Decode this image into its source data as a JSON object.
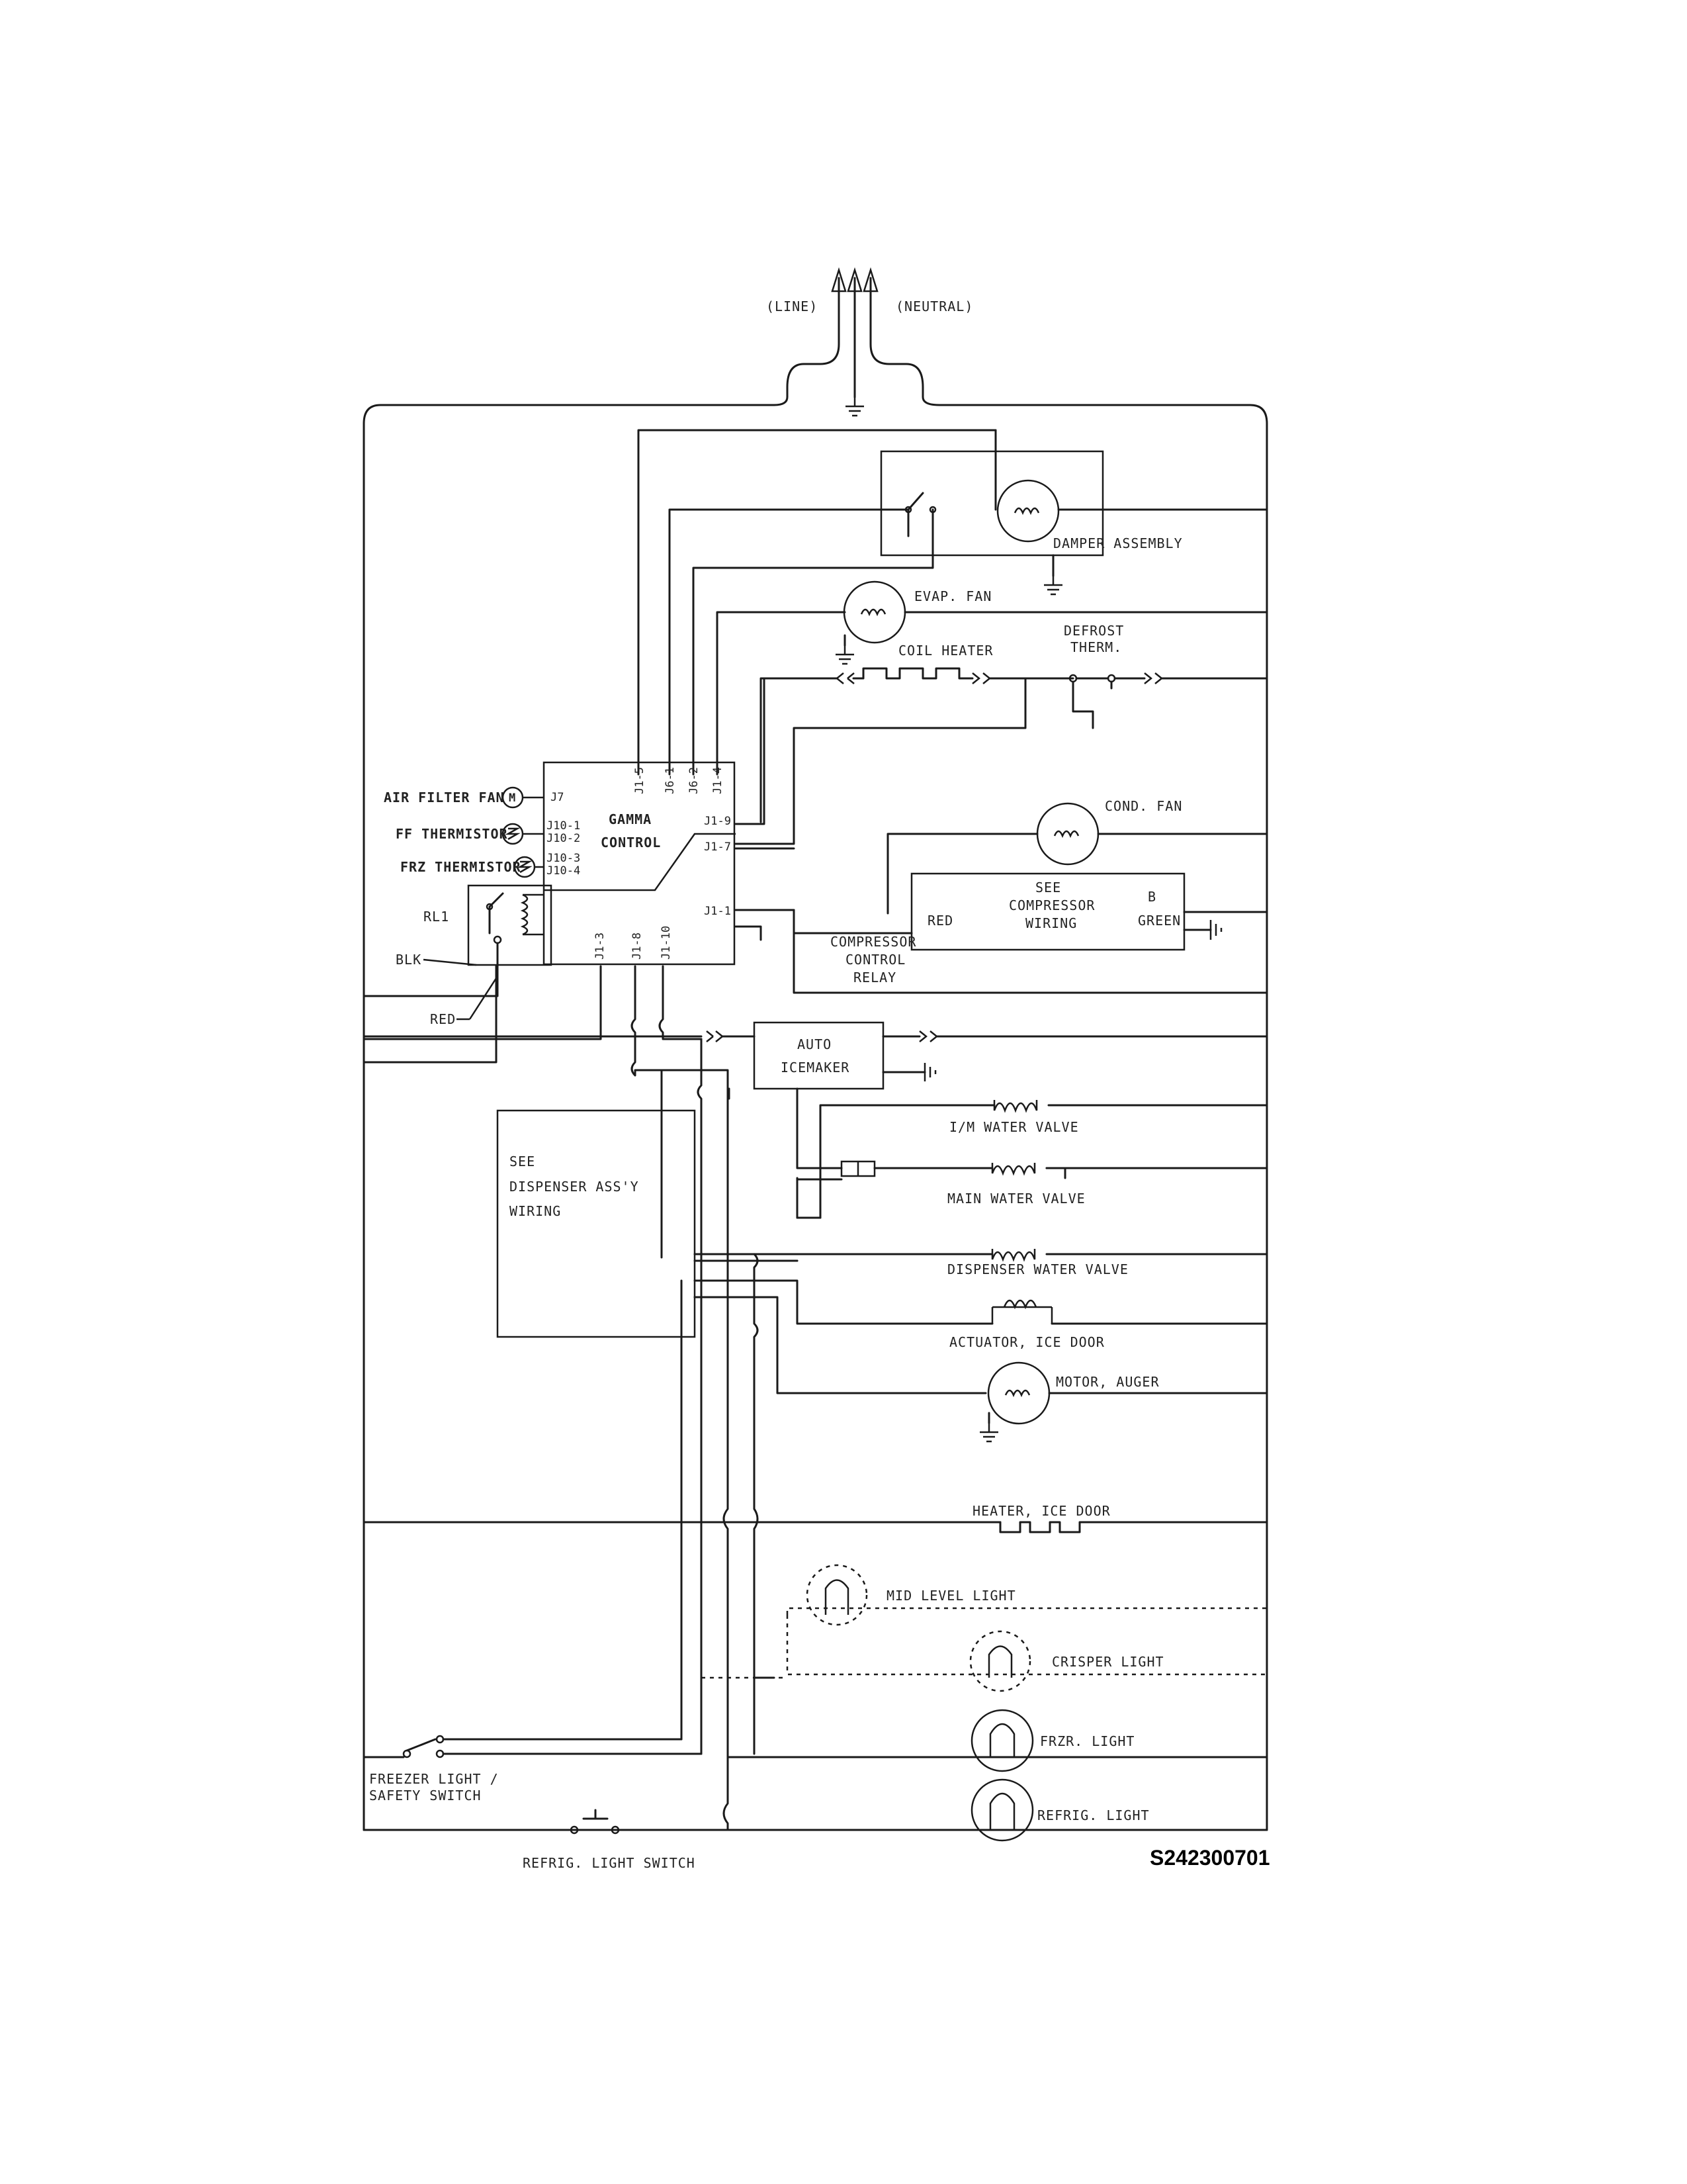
{
  "supply": {
    "line": "(LINE)",
    "neutral": "(NEUTRAL)"
  },
  "control": {
    "title_1": "GAMMA",
    "title_2": "CONTROL",
    "pins": {
      "j1_5": "J1-5",
      "j6_1": "J6-1",
      "j6_2": "J6-2",
      "j1_4": "J1-4",
      "j7": "J7",
      "j10_1": "J10-1",
      "j10_2": "J10-2",
      "j10_3": "J10-3",
      "j10_4": "J10-4",
      "j1_9": "J1-9",
      "j1_7": "J1-7",
      "j1_1": "J1-1",
      "j1_3": "J1-3",
      "j1_8": "J1-8",
      "j1_10": "J1-10"
    }
  },
  "inputs": {
    "air_filter_fan": "AIR FILTER FAN",
    "ff_thermistor": "FF THERMISTOR",
    "frz_thermistor": "FRZ THERMISTOR",
    "motor_mark": "M"
  },
  "relay": {
    "rl1": "RL1",
    "blk": "BLK",
    "red": "RED"
  },
  "components": {
    "damper_assembly": "DAMPER ASSEMBLY",
    "evap_fan": "EVAP. FAN",
    "coil_heater": "COIL HEATER",
    "defrost_therm_1": "DEFROST",
    "defrost_therm_2": "THERM.",
    "cond_fan": "COND. FAN",
    "compressor_box_1": "SEE",
    "compressor_box_2": "COMPRESSOR",
    "compressor_box_3": "WIRING",
    "compressor_red": "RED",
    "compressor_b": "B",
    "compressor_green": "GREEN",
    "compressor_relay_1": "COMPRESSOR",
    "compressor_relay_2": "CONTROL",
    "compressor_relay_3": "RELAY",
    "icemaker_1": "AUTO",
    "icemaker_2": "ICEMAKER",
    "im_water_valve": "I/M WATER VALVE",
    "main_water_valve": "MAIN WATER VALVE",
    "dispenser_water_valve": "DISPENSER WATER VALVE",
    "actuator_ice_door": "ACTUATOR, ICE DOOR",
    "motor_auger": "MOTOR, AUGER",
    "heater_ice_door": "HEATER, ICE DOOR",
    "mid_level_light": "MID LEVEL LIGHT",
    "crisper_light": "CRISPER LIGHT",
    "frzr_light": "FRZR. LIGHT",
    "refrig_light": "REFRIG. LIGHT",
    "dispenser_box_1": "SEE",
    "dispenser_box_2": "DISPENSER ASS'Y",
    "dispenser_box_3": "WIRING"
  },
  "switches": {
    "freezer_switch_1": "FREEZER LIGHT /",
    "freezer_switch_2": "SAFETY SWITCH",
    "refrig_switch": "REFRIG. LIGHT SWITCH"
  },
  "drawing_number": "S242300701"
}
